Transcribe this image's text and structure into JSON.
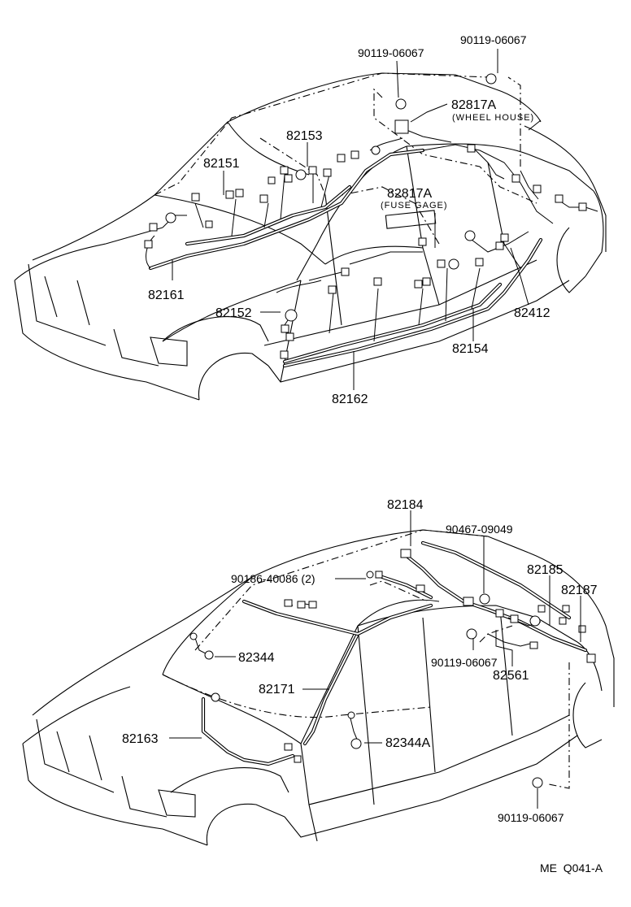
{
  "top": {
    "labels": {
      "p82161": "82161",
      "p82151": "82151",
      "p82153": "82153",
      "p90119a": "90119-06067",
      "p90119b": "90119-06067",
      "p82817a_1": "82817A",
      "p82817a_1_sub": "(WHEEL HOUSE)",
      "p82817a_2": "82817A",
      "p82817a_2_sub": "(FUSE GAGE)",
      "p82152": "82152",
      "p82412": "82412",
      "p82154": "82154",
      "p82162": "82162"
    }
  },
  "bottom": {
    "labels": {
      "p82184": "82184",
      "p90467": "90467-09049",
      "p90186": "90186-40086 (2)",
      "p82185": "82185",
      "p82187": "82187",
      "p82344": "82344",
      "p82171": "82171",
      "p90119c": "90119-06067",
      "p82561": "82561",
      "p82163": "82163",
      "p82344a": "82344A",
      "p90119d": "90119-06067"
    }
  },
  "footer": {
    "code": "ME  Q041-A"
  }
}
